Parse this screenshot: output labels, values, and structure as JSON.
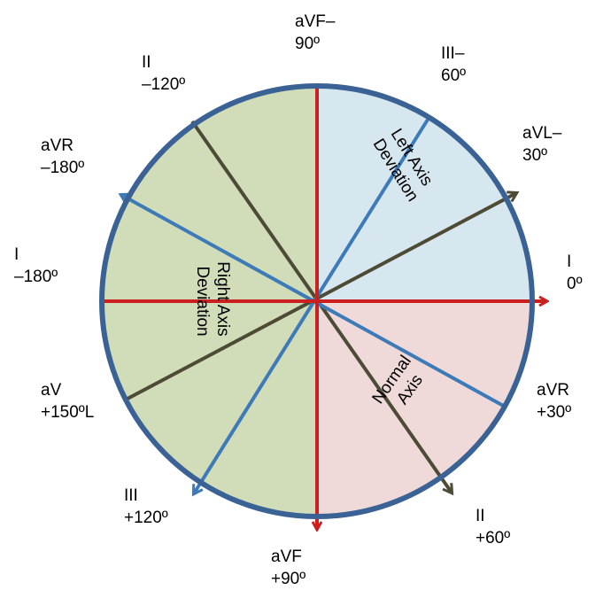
{
  "colors": {
    "left_axis_region": "#d7e7ef",
    "right_axis_region": "#d1dcb8",
    "normal_axis_region": "#efd9d9",
    "circle_outline": "#3b6295",
    "red_lead": "#cc1f1f",
    "blue_lead": "#3d7ab8",
    "olive_lead": "#4d4a35"
  },
  "regions": {
    "left_axis": {
      "line1": "Left Axis",
      "line2": "Deviation"
    },
    "right_axis": {
      "line1": "Right Axis",
      "line2": "Deviation"
    },
    "normal_axis": {
      "line1": "Normal",
      "line2": "Axis"
    }
  },
  "labels": {
    "avf_top": {
      "line1": "aVF–",
      "line2": "90º"
    },
    "iii_top": {
      "line1": "III–",
      "line2": "60º"
    },
    "avl": {
      "line1": "aVL–",
      "line2": "30º"
    },
    "i_right": {
      "line1": "I",
      "line2": "0º"
    },
    "avr_right": {
      "line1": "aVR",
      "line2": "+30º"
    },
    "ii_bottom": {
      "line1": "II",
      "line2": "+60º"
    },
    "avf_bottom": {
      "line1": "aVF",
      "line2": "+90º"
    },
    "iii_bottom": {
      "line1": "III",
      "line2": "+120º"
    },
    "av_left": {
      "line1": "aV",
      "line2": "+150ºL"
    },
    "i_left": {
      "line1": "I",
      "line2": "–180º"
    },
    "avr_left": {
      "line1": "aVR",
      "line2": "–180º"
    },
    "ii_top": {
      "line1": "II",
      "line2": "–120º"
    }
  }
}
